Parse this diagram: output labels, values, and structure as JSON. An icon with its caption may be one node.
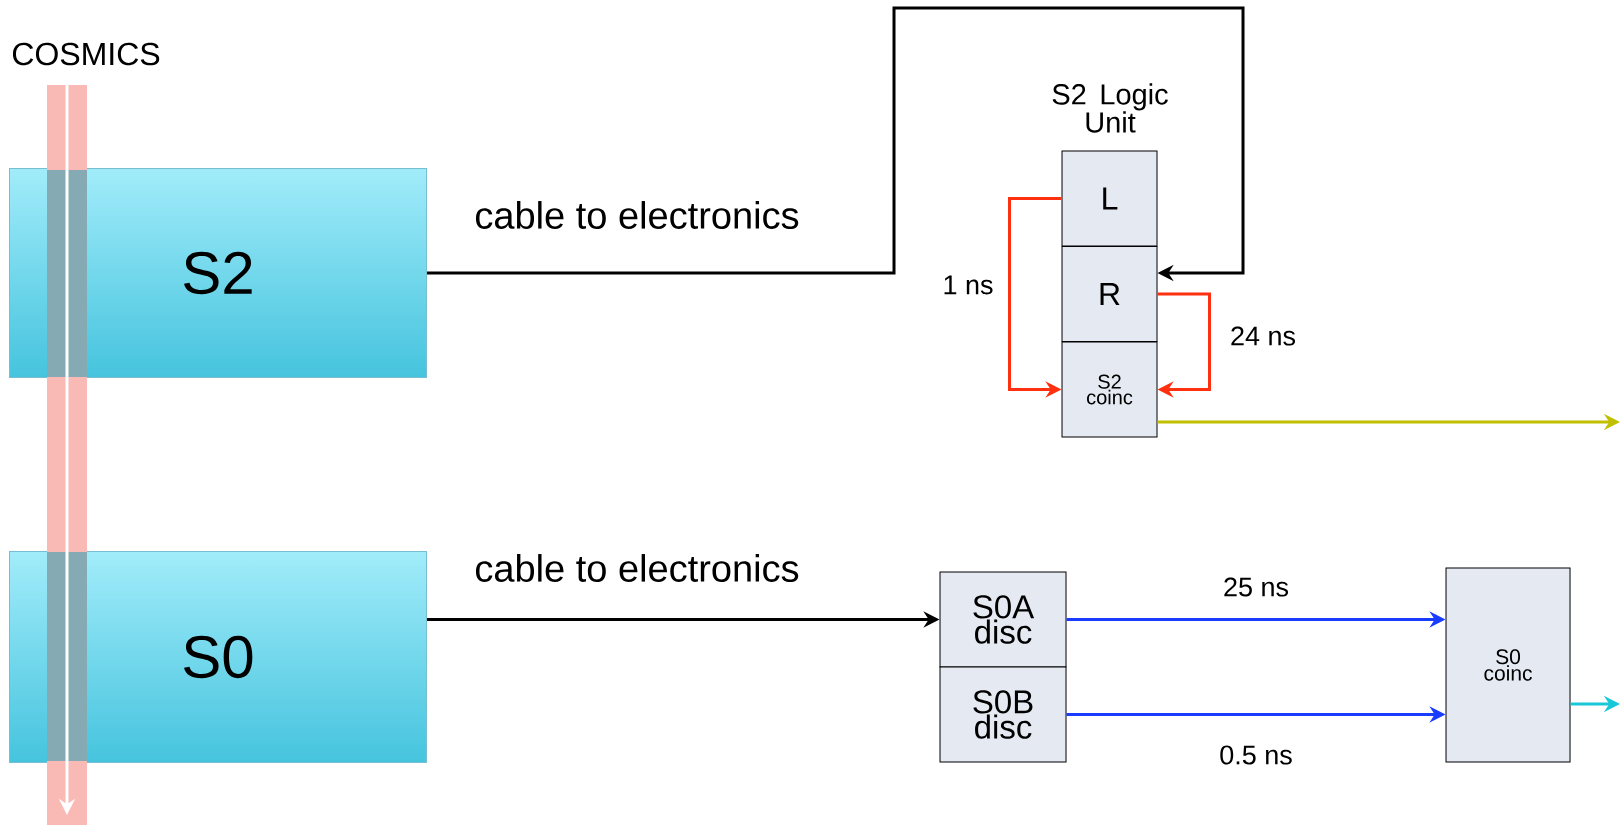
{
  "diagram": {
    "nodes": [
      {
        "text": [
          "S2"
        ]
      },
      {
        "text": [
          "S0"
        ]
      },
      {
        "text": [
          "L"
        ]
      },
      {
        "text": [
          "R"
        ]
      },
      {
        "text": [
          "S2 coinc"
        ]
      },
      {
        "text": [
          "S0A disc"
        ]
      },
      {
        "text": [
          "S0B disc"
        ]
      },
      {
        "text": [
          "S0 coinc"
        ]
      },
      {
        "text": [
          "COSMICS"
        ]
      }
    ],
    "edges": [
      {
        "from": 0,
        "to": 3,
        "arrow": "to",
        "label": "cable to electronics"
      },
      {
        "from": 2,
        "to": 4,
        "arrow": "to",
        "label": "1 ns",
        "color": "#ff3010"
      },
      {
        "from": 3,
        "to": 4,
        "arrow": "to",
        "label": "24 ns",
        "color": "#ff3010"
      },
      {
        "from": 4,
        "to": null,
        "arrow": "to",
        "color": "#c0c000"
      },
      {
        "from": 1,
        "to": 5,
        "arrow": "to",
        "label": "cable to electronics"
      },
      {
        "from": 5,
        "to": 7,
        "arrow": "to",
        "label": "25 ns",
        "color": "#1a3cff"
      },
      {
        "from": 6,
        "to": 7,
        "arrow": "to",
        "label": "0.5 ns",
        "color": "#1a3cff"
      },
      {
        "from": 7,
        "to": null,
        "arrow": "to",
        "color": "#18c8d8"
      },
      {
        "from": 8,
        "to": null,
        "arrow": "to",
        "color": "#ffffff"
      }
    ],
    "labels": [
      "S2 Logic Unit"
    ]
  }
}
